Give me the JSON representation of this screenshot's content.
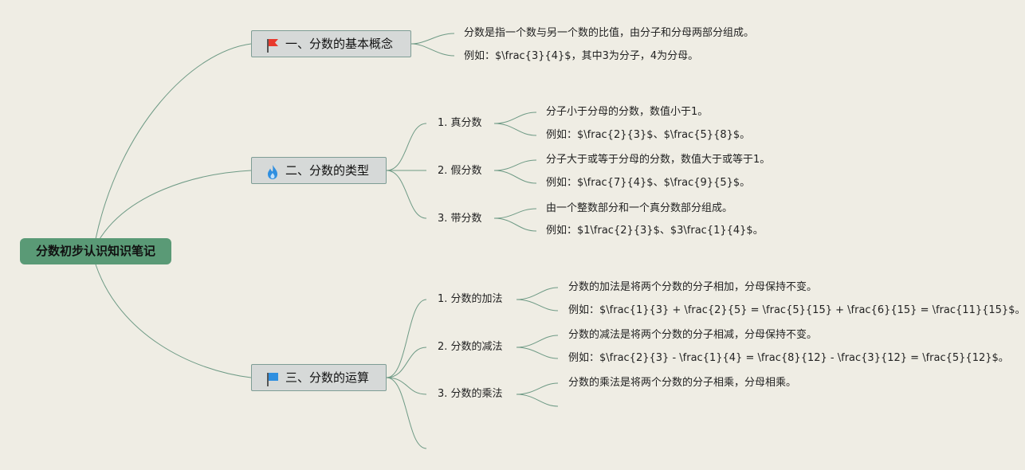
{
  "root": {
    "label": "分数初步认识知识笔记"
  },
  "topics": [
    {
      "label": "一、分数的基本概念",
      "icon": "red-flag-icon",
      "color": "#e8392c",
      "leaves": [
        "分数是指一个数与另一个数的比值，由分子和分母两部分组成。",
        "例如：$\\frac{3}{4}$，其中3为分子，4为分母。"
      ]
    },
    {
      "label": "二、分数的类型",
      "icon": "fire-icon",
      "color": "#2f8fe0",
      "subs": [
        {
          "label": "1. 真分数",
          "leaves": [
            "分子小于分母的分数，数值小于1。",
            "例如：$\\frac{2}{3}$、$\\frac{5}{8}$。"
          ]
        },
        {
          "label": "2. 假分数",
          "leaves": [
            "分子大于或等于分母的分数，数值大于或等于1。",
            "例如：$\\frac{7}{4}$、$\\frac{9}{5}$。"
          ]
        },
        {
          "label": "3. 带分数",
          "leaves": [
            "由一个整数部分和一个真分数部分组成。",
            "例如：$1\\frac{2}{3}$、$3\\frac{1}{4}$。"
          ]
        }
      ]
    },
    {
      "label": "三、分数的运算",
      "icon": "blue-flag-icon",
      "color": "#2f8fe0",
      "subs": [
        {
          "label": "1. 分数的加法",
          "leaves": [
            "分数的加法是将两个分数的分子相加，分母保持不变。",
            "例如：$\\frac{1}{3} + \\frac{2}{5} = \\frac{5}{15} + \\frac{6}{15} = \\frac{11}{15}$。"
          ]
        },
        {
          "label": "2. 分数的减法",
          "leaves": [
            "分数的减法是将两个分数的分子相减，分母保持不变。",
            "例如：$\\frac{2}{3} - \\frac{1}{4} = \\frac{8}{12} - \\frac{3}{12} = \\frac{5}{12}$。"
          ]
        },
        {
          "label": "3. 分数的乘法",
          "leaves": [
            "分数的乘法是将两个分数的分子相乘，分母相乘。",
            ""
          ]
        },
        {
          "label": "",
          "leaves": []
        }
      ]
    }
  ]
}
